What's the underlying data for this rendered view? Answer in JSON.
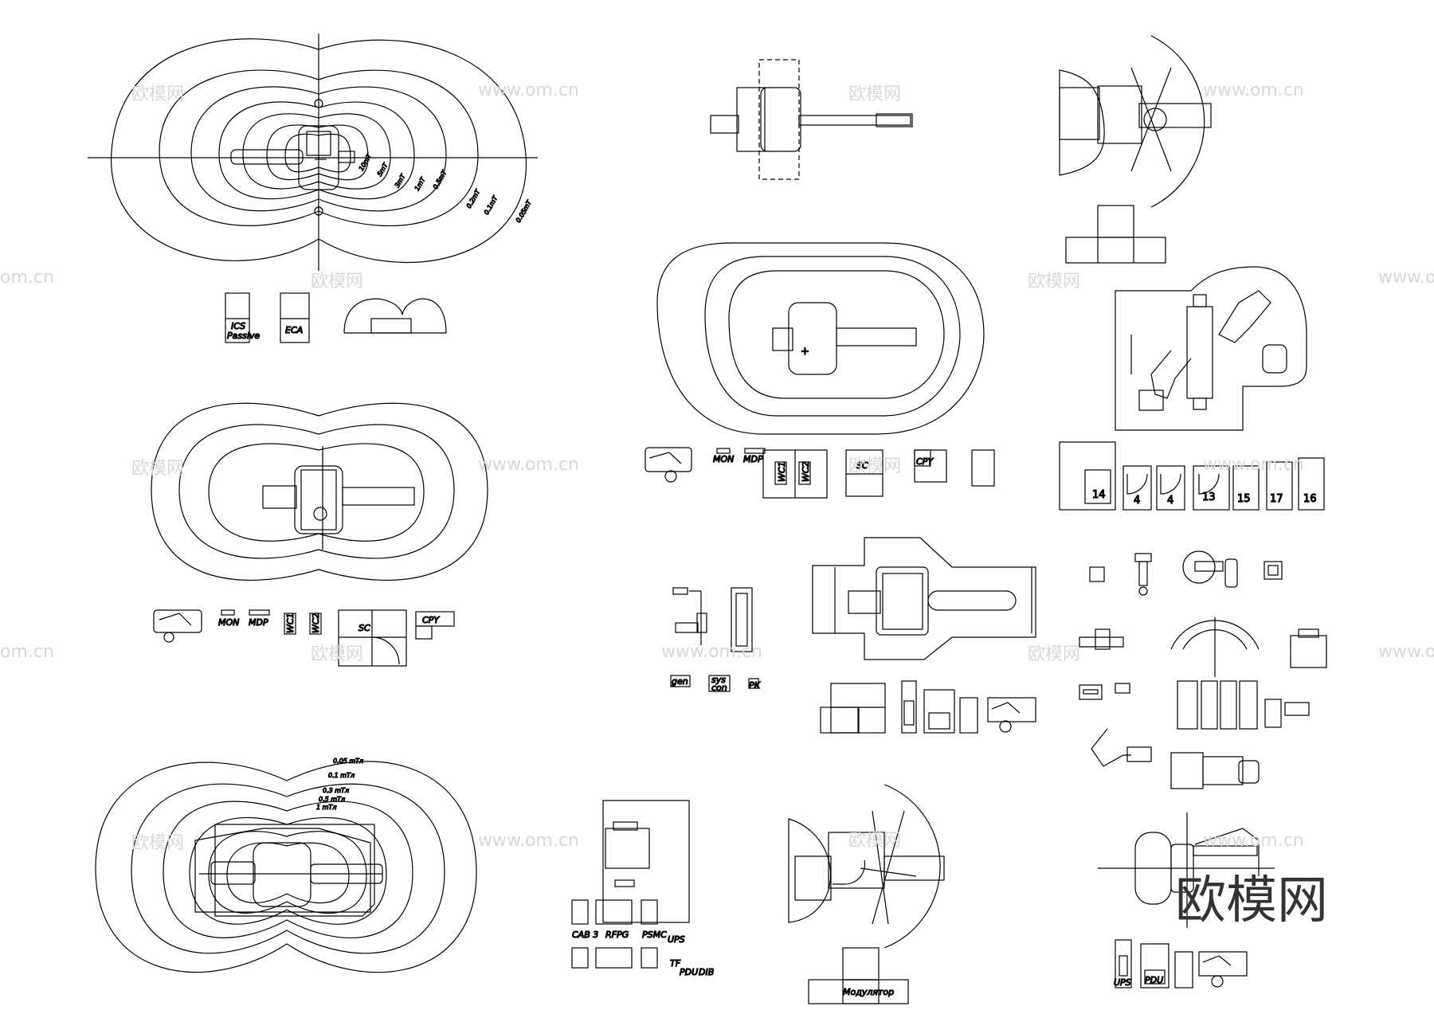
{
  "watermark": {
    "brand": "欧模网",
    "site": "www.om.cn",
    "partial_left": "om.cn"
  },
  "labels": {
    "ics_passive_1": "ICS",
    "ics_passive_2": "Passive",
    "eca": "ECA",
    "mon": "MON",
    "mdp": "MDP",
    "wc1": "WC1",
    "wc2": "WC2",
    "sc": "SC",
    "cpy": "CPY",
    "gen": "gen",
    "sys_con_1": "sys",
    "sys_con_2": "con",
    "pk": "PK",
    "cab3": "CAB 3",
    "rfpg": "RFPG",
    "psmc": "PSMC",
    "ups": "UPS",
    "tf": "TF",
    "pdu": "PDU",
    "dib": "DIB",
    "modulator": "Модулятор",
    "ups_b": "UPS",
    "pdu_b": "PDU"
  },
  "room_numbers": [
    "14",
    "4",
    "4",
    "13",
    "15",
    "17",
    "16"
  ],
  "isolines_top": [
    "10mT",
    "5mT",
    "3mT",
    "1mT",
    "0.5mT",
    "0.2mT",
    "0.1mT",
    "0.05mT"
  ],
  "isolines_bottom": [
    "0.05 mTл",
    "0.1 mTл",
    "0.3 mTл",
    "0.5 mTл",
    "1 mTл"
  ]
}
